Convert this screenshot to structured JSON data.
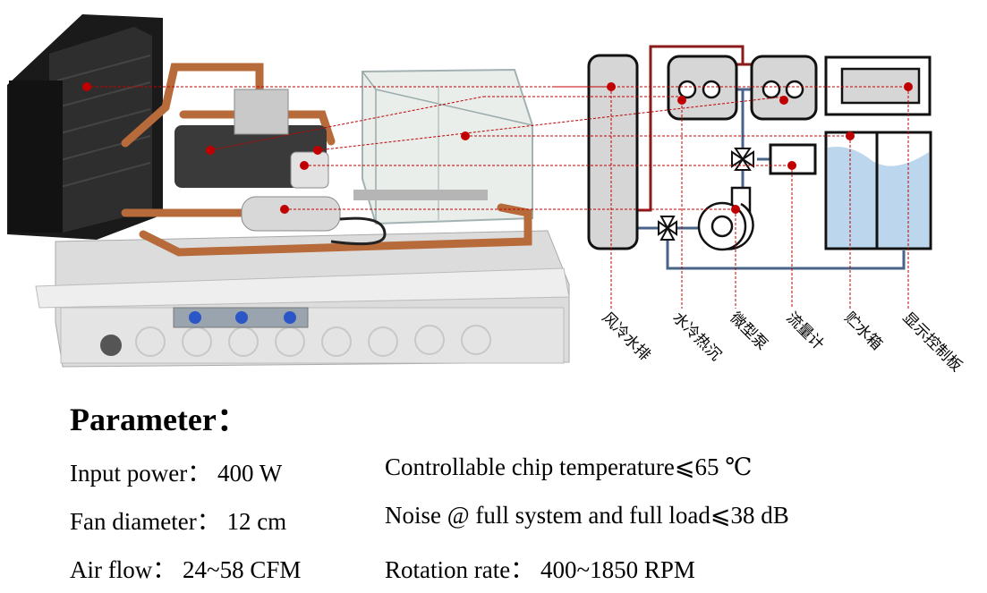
{
  "diagram": {
    "labels": {
      "radiator": "风冷水排",
      "cold_plate": "水冷热沉",
      "pump": "微型泵",
      "flowmeter": "流量计",
      "reservoir": "贮水箱",
      "display": "显示控制板"
    }
  },
  "parameters": {
    "title": "Parameter：",
    "input_power": "Input power：  400  W",
    "chip_temp": "Controllable chip temperature⩽65 ℃",
    "fan_diameter": "Fan diameter：  12 cm",
    "noise": "Noise @ full system and full load⩽38 dB",
    "air_flow": "Air flow：  24~58 CFM",
    "rotation_rate": "Rotation rate：  400~1850 RPM"
  },
  "colors": {
    "hot_loop": "#8b1a1a",
    "cold_loop": "#4a6388",
    "water": "#bcd6ee",
    "marker": "#c00000",
    "box_fill": "#d6d6d6"
  }
}
